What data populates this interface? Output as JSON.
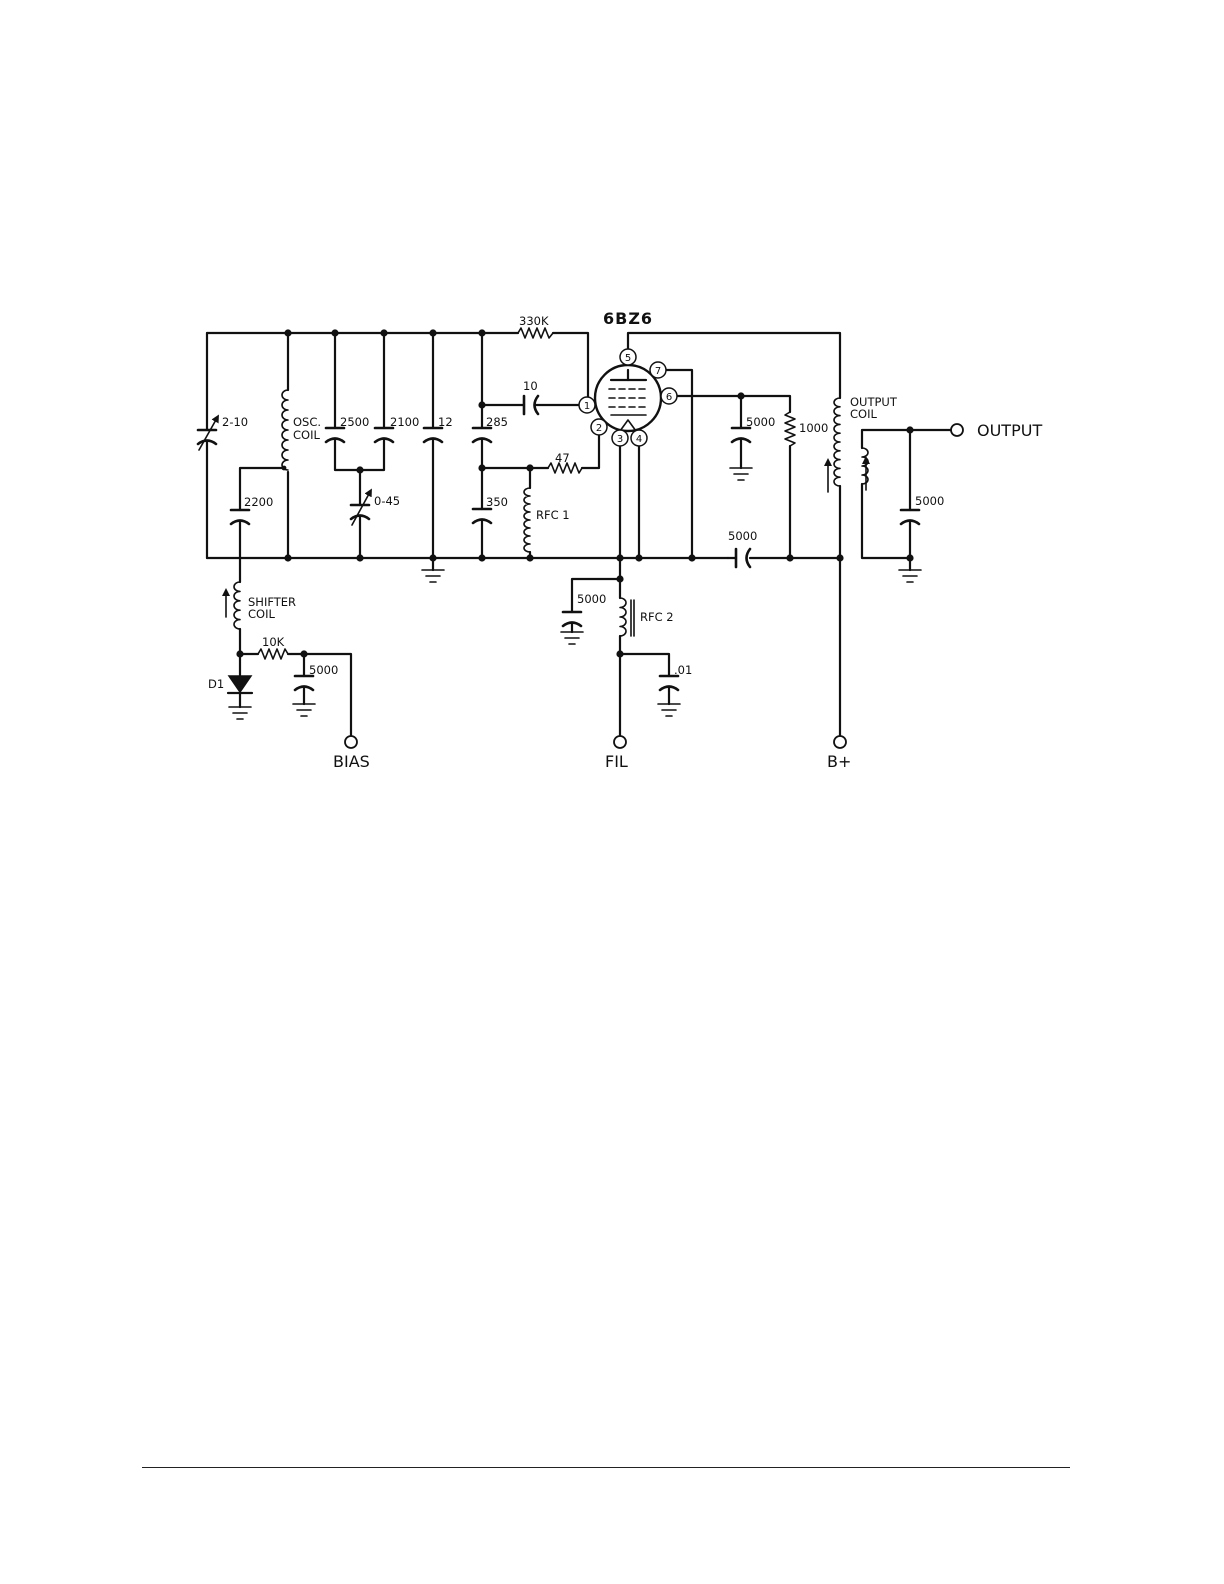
{
  "tube": {
    "type": "6BZ6",
    "pins": [
      "1",
      "2",
      "3",
      "4",
      "5",
      "6",
      "7"
    ]
  },
  "resistors": {
    "r330k": "330K",
    "r47": "47",
    "r1000": "1000",
    "r10k": "10K"
  },
  "capacitors": {
    "c2_10": "2-10",
    "c2500": "2500",
    "c2100": "2100",
    "c12": "12",
    "c10": "10",
    "c285": "285",
    "c350": "350",
    "c0_45": "0-45",
    "c2200": "2200",
    "c5000_plate": "5000",
    "c5000_series": "5000",
    "c5000_out": "5000",
    "c5000_fil": "5000",
    "c01_fil": ".01",
    "c5000_bias": "5000"
  },
  "inductors": {
    "osc_line1": "OSC.",
    "osc_line2": "COIL",
    "output_line1": "OUTPUT",
    "output_line2": "COIL",
    "shifter_line1": "SHIFTER",
    "shifter_line2": "COIL",
    "rfc1": "RFC 1",
    "rfc2": "RFC 2"
  },
  "diode": "D1",
  "terminals": {
    "output": "OUTPUT",
    "bias": "BIAS",
    "fil": "FIL",
    "bplus": "B+"
  }
}
